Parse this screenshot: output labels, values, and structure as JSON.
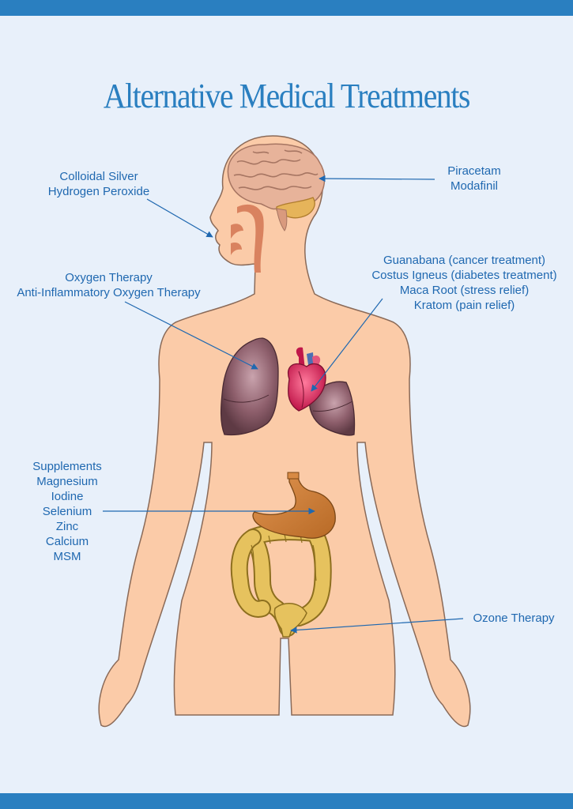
{
  "title": "Alternative Medical Treatments",
  "colors": {
    "accent": "#2a7fc0",
    "background": "#e8f0fa",
    "label_text": "#1f68b0",
    "skin": "#fbcba8",
    "skin_outline": "#8a6a58"
  },
  "annotations": {
    "mouth": {
      "lines": [
        "Colloidal Silver",
        "Hydrogen Peroxide"
      ],
      "target": "mouth"
    },
    "brain": {
      "lines": [
        "Piracetam",
        "Modafinil"
      ],
      "target": "brain"
    },
    "lungs": {
      "lines": [
        "Oxygen Therapy",
        "Anti-Inflammatory Oxygen Therapy"
      ],
      "target": "lungs"
    },
    "heart": {
      "lines": [
        "Guanabana (cancer treatment)",
        "Costus Igneus (diabetes treatment)",
        "Maca Root (stress relief)",
        "Kratom (pain relief)"
      ],
      "target": "heart"
    },
    "stomach": {
      "lines": [
        "Supplements",
        "Magnesium",
        "Iodine",
        "Selenium",
        "Zinc",
        "Calcium",
        "MSM"
      ],
      "target": "stomach"
    },
    "rectum": {
      "lines": [
        "Ozone Therapy"
      ],
      "target": "rectum"
    }
  }
}
